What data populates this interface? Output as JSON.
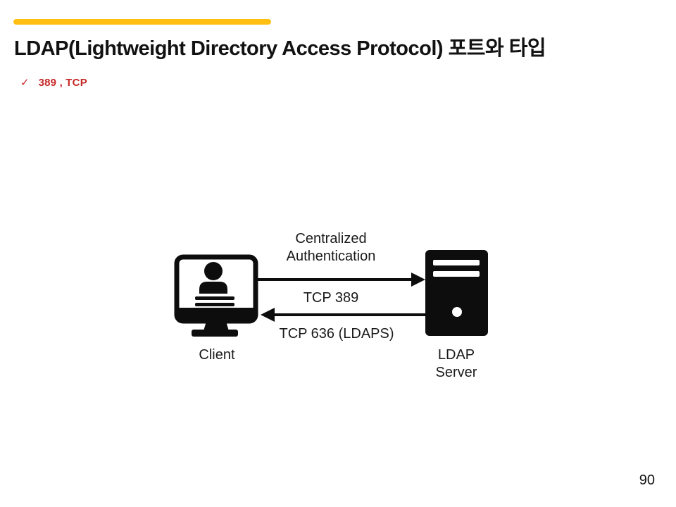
{
  "slide": {
    "title": "LDAP(Lightweight Directory Access Protocol) 포트와 타입",
    "bullet": {
      "marker": "✓",
      "text": "389 , TCP"
    },
    "page_number": "90"
  },
  "diagram": {
    "flow_label_line1": "Centralized",
    "flow_label_line2": "Authentication",
    "request_arrow_label": "TCP 389",
    "response_arrow_label": "TCP 636 (LDAPS)",
    "client_label": "Client",
    "server_label_line1": "LDAP",
    "server_label_line2": "Server"
  },
  "colors": {
    "accent_bar": "#FFC013",
    "bullet_text": "#C62828",
    "diagram_ink": "#0d0d0d"
  }
}
